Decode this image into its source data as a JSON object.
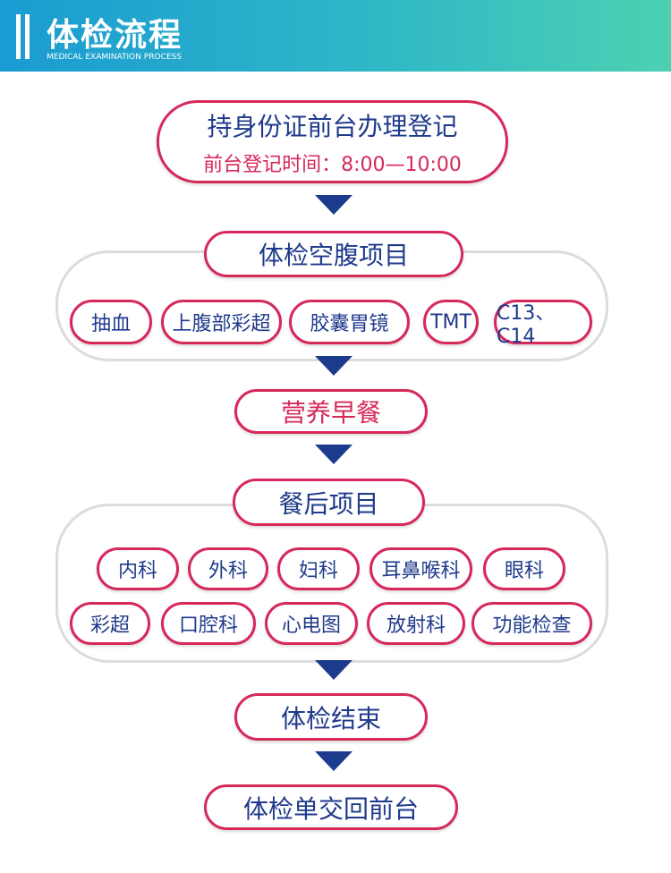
{
  "header": {
    "title": "体检流程",
    "subtitle": "MEDICAL EXAMINATION PROCESS"
  },
  "step1": {
    "title": "持身份证前台办理登记",
    "note": "前台登记时间：8:00—10:00"
  },
  "step2": {
    "title": "体检空腹项目",
    "items": [
      "抽血",
      "上腹部彩超",
      "胶囊胃镜",
      "TMT",
      "C13、C14"
    ]
  },
  "step3": {
    "title": "营养早餐"
  },
  "step4": {
    "title": "餐后项目",
    "row1": [
      "内科",
      "外科",
      "妇科",
      "耳鼻喉科",
      "眼科"
    ],
    "row2": [
      "彩超",
      "口腔科",
      "心电图",
      "放射科",
      "功能检查"
    ]
  },
  "step5": {
    "title": "体检结束"
  },
  "step6": {
    "title": "体检单交回前台"
  },
  "colors": {
    "pink": "#d7285a",
    "navy": "#1f3a8c",
    "header_start": "#1a9bd2",
    "header_end": "#4cd1b2"
  }
}
